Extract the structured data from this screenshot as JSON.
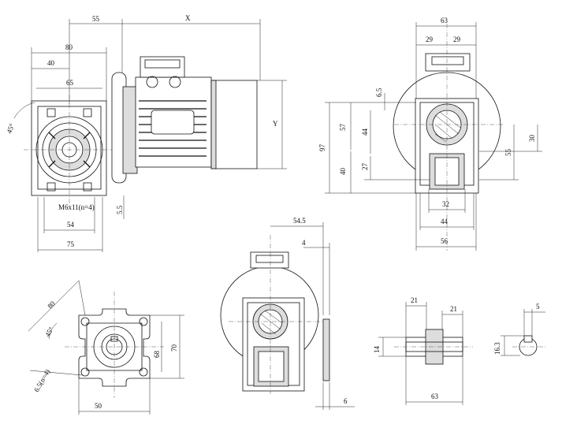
{
  "drawing": {
    "side_view": {
      "dims": [
        "55",
        "X",
        "80",
        "40",
        "65",
        "Y",
        "M6x11(n=4)",
        "5.5",
        "54",
        "75"
      ],
      "angle_label": "45°"
    },
    "front_view": {
      "dims": [
        "63",
        "29",
        "29",
        "6.5",
        "57",
        "44",
        "97",
        "40",
        "27",
        "30",
        "55",
        "32",
        "44",
        "56"
      ]
    },
    "flange_view": {
      "dims": [
        "80",
        "45°",
        "6.5(n=4)",
        "68",
        "70",
        "50"
      ]
    },
    "bottom_view": {
      "dims": [
        "54.5",
        "4",
        "6"
      ]
    },
    "shaft_view": {
      "dims": [
        "21",
        "21",
        "14",
        "63"
      ]
    },
    "key_view": {
      "dims": [
        "5",
        "16.3"
      ]
    }
  }
}
